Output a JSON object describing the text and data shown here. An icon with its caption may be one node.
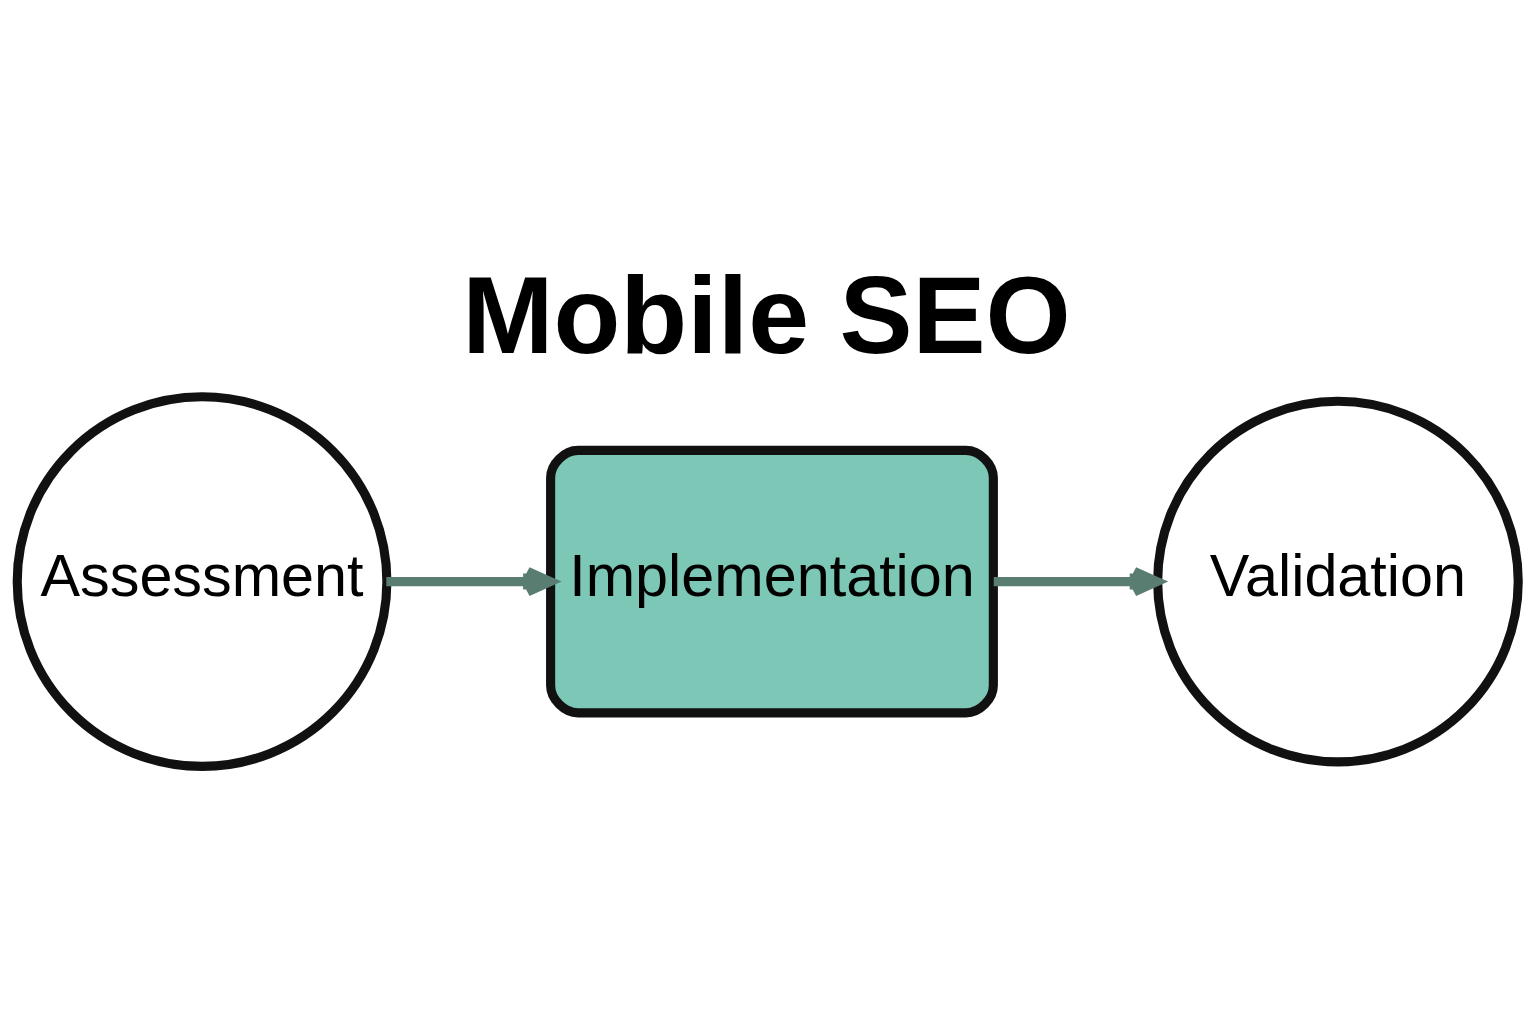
{
  "diagram": {
    "title": "Mobile SEO",
    "nodes": [
      {
        "text": [
          "Assessment"
        ]
      },
      {
        "text": [
          "Implementation"
        ]
      },
      {
        "text": [
          "Validation"
        ]
      }
    ],
    "edges": [
      {
        "from": 0,
        "to": 1,
        "arrow": "to"
      },
      {
        "from": 1,
        "to": 2,
        "arrow": "to"
      }
    ]
  }
}
